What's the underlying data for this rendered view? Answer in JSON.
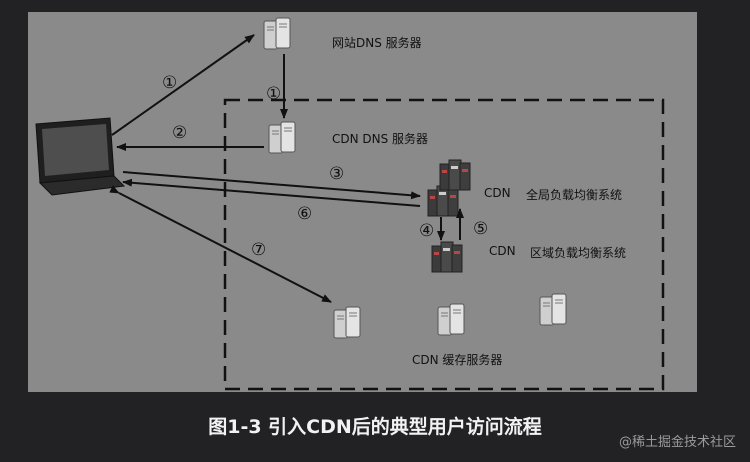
{
  "diagram": {
    "nodes": {
      "website_dns": "网站DNS 服务器",
      "cdn_dns": "CDN DNS 服务器",
      "global_lb_prefix": "CDN",
      "global_lb": "全局负载均衡系统",
      "regional_lb_prefix": "CDN",
      "regional_lb": "区域负载均衡系统",
      "cache_servers": "CDN  缓存服务器"
    },
    "steps": {
      "s1a": "①",
      "s1b": "①",
      "s2": "②",
      "s3": "③",
      "s4": "④",
      "s5": "⑤",
      "s6": "⑥",
      "s7": "⑦"
    }
  },
  "caption": "图1-3 引入CDN后的典型用户访问流程",
  "watermark": "@稀土掘金技术社区"
}
